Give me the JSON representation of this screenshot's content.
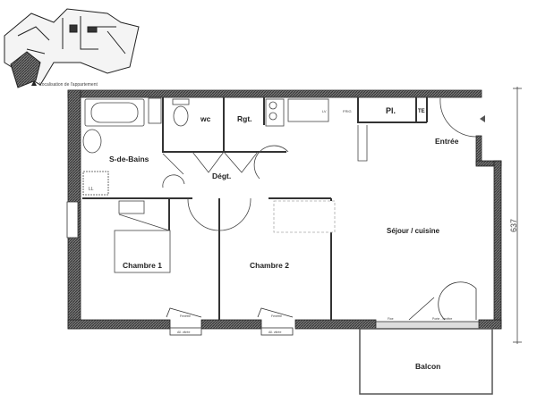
{
  "locator": {
    "caption": "Localisation de l'appartement"
  },
  "rooms": {
    "bathroom": "S-de-Bains",
    "wc": "wc",
    "storage": "Rgt.",
    "hall": "Dégt.",
    "cupboard": "Pl.",
    "electric_panel": "TE",
    "entrance": "Entrée",
    "living": "Séjour / cuisine",
    "bedroom1": "Chambre 1",
    "bedroom2": "Chambre 2",
    "balcony": "Balcon"
  },
  "fixtures": {
    "washing_machine": "LL",
    "dishwasher": "LV",
    "fridge": "FRIG",
    "window": "Fenêtre",
    "window_fixed": "Fixe",
    "french_window": "Porte - fenêtre",
    "glazed_sill": "All. vitrée"
  },
  "dimension": "637",
  "colors": {
    "wall": "#555555",
    "line": "#333333"
  }
}
